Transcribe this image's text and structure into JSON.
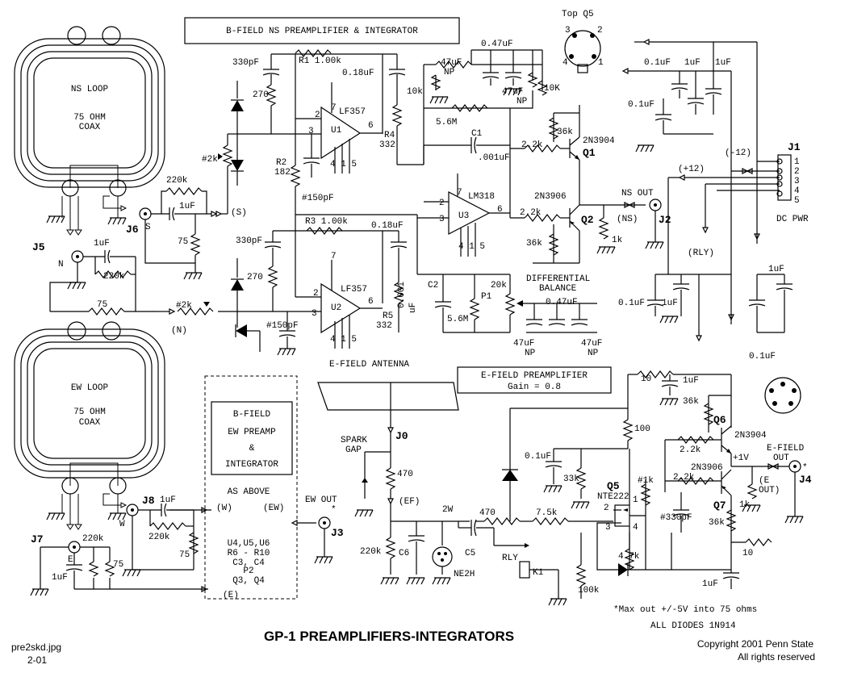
{
  "title": "GP-1 PREAMPLIFIERS-INTEGRATORS",
  "file_name": "pre2skd.jpg",
  "file_date": "2-01",
  "copyright": "Copyright 2001 Penn State",
  "rights": "All rights reserved",
  "boxes": {
    "ns_title": "B-FIELD  NS  PREAMPLIFIER & INTEGRATOR",
    "ef_title": "E-FIELD PREAMPLIFIER",
    "ef_gain": "Gain = 0.8",
    "ew_line1": "B-FIELD",
    "ew_line2": "EW PREAMP",
    "ew_line3": "&",
    "ew_line4": "INTEGRATOR",
    "ew_as_above": "AS ABOVE",
    "ew_parts1": "U4,U5,U6",
    "ew_parts2": "R6 - R10",
    "ew_parts3": "C3, C4",
    "ew_parts4": "P2",
    "ew_parts5": "Q3, Q4"
  },
  "loops": {
    "ns_name": "NS LOOP",
    "ns_spec1": "75 OHM",
    "ns_spec2": "COAX",
    "ew_name": "EW LOOP",
    "ew_spec1": "75 OHM",
    "ew_spec2": "COAX"
  },
  "labels": {
    "c330_top": "330pF",
    "r1": "R1 1.00k",
    "c018_top": "0.18uF",
    "r270_top": "270",
    "u1_part": "LF357",
    "u1": "U1",
    "u1_p7": "7",
    "u1_p2": "2",
    "u1_p3": "3",
    "u1_p6": "6",
    "u1_p415": "4 1 5",
    "r4": "R4",
    "r4_val": "332",
    "r2": "R2",
    "r2_val": "182",
    "c150_top": "#150pF",
    "pot2k_top": "#2k",
    "c220k_j6": "220k",
    "c1u_j6": "1uF",
    "s_net": "(S)",
    "j6": "J6",
    "j6_s": "S",
    "r75_j6": "75",
    "j5": "J5",
    "j5_n": "N",
    "c1u_j5": "1uF",
    "r220k_j5": "220k",
    "r75_j5": "75",
    "pot2k_mid": "#2k",
    "n_net": "(N)",
    "r3": "R3 1.00k",
    "c018_mid": "0.18uF",
    "c330_mid": "330pF",
    "r270_mid": "270",
    "u2_part": "LF357",
    "u2": "U2",
    "u2_p2": "2",
    "u2_p3": "3",
    "u2_p6": "6",
    "u2_p415": "4 1 5",
    "c150_mid": "#150pF",
    "r5": "R5",
    "r5_val": "332",
    "c0001": "0.001",
    "c0001_u": "uF",
    "efield_ant": "E-FIELD ANTENNA",
    "c047_top": "0.47uF",
    "c47np_l": "47uF",
    "np_l": "NP",
    "c47np_r": "47uF",
    "np_r": "NP",
    "r10k_l": "10k",
    "r10k_r": "10K",
    "r56m_top": "5.6M",
    "c1": "C1",
    "c1_val": ".001uF",
    "u3_part": "LM318",
    "u3": "U3",
    "u3_p7": "7",
    "u3_p2": "2",
    "u3_p3": "3",
    "u3_p6": "6",
    "u3_p415": "4 1 5",
    "r22k_q1": "2.2k",
    "r22k_q2": "2.2k",
    "r36k_top": "36k",
    "r36k_q2": "36k",
    "q1_part": "2N3904",
    "q1": "Q1",
    "q2_part": "2N3906",
    "q2": "Q2",
    "r1k_q2": "1k",
    "ns_out": "NS OUT",
    "ns_net": "(NS)",
    "j2": "J2",
    "diff_bal1": "DIFFERENTIAL",
    "diff_bal2": "BALANCE",
    "c2": "C2",
    "r56m_mid": "5.6M",
    "p1_val": "20k",
    "p1": "P1",
    "c047_mid": "0.47uF",
    "c47np_bl": "47uF",
    "np_bl": "NP",
    "c47np_br": "47uF",
    "np_br": "NP",
    "top_q5": "Top Q5",
    "q5_pin1": "1",
    "q5_pin2": "2",
    "q5_pin3": "3",
    "q5_pin4": "4",
    "c01_pwr1": "0.1uF",
    "c1u_pwr1": "1uF",
    "c1u_pwr2": "1uF",
    "c01_pwr2": "0.1uF",
    "neg12": "(-12)",
    "pos12": "(+12)",
    "j1": "J1",
    "j1_p1": "1",
    "j1_p2": "2",
    "j1_p3": "3",
    "j1_p4": "4",
    "j1_p5": "5",
    "dc_pwr": "DC PWR",
    "rly_net": "(RLY)",
    "c1u_pwr3": "1uF",
    "c01_pwr3": "0.1uF",
    "c1u_pwr4": "1uF",
    "c01_pwr4": "0.1uF",
    "r10_top": "10",
    "c1u_ef": "1uF",
    "r36k_q6": "36k",
    "q6": "Q6",
    "q6_part": "2N3904",
    "r100": "100",
    "r22k_ef1": "2.2k",
    "r22k_ef2": "2.2k",
    "q7_part": "2N3906",
    "q7": "Q7",
    "plus1v": "+1V",
    "efield_out1": "E-FIELD",
    "efield_out2": "OUT",
    "efield_star": "*",
    "j4": "J4",
    "e_out_net1": "(E",
    "e_out_net2": "OUT)",
    "r1k_ef": "1k",
    "r36k_q7": "36k",
    "r10_bot": "10",
    "c1u_bot": "1uF",
    "r1k_q5": "#1k",
    "c330_q5": "#330pF",
    "q5": "Q5",
    "q5_part": "NTE222",
    "q5_p1": "1",
    "q5_p2": "2",
    "q5_p3": "3",
    "q5_p4": "4",
    "c01_ef": "0.1uF",
    "r33k": "33k",
    "r47k": "4.7k",
    "r100k": "100k",
    "spark_gap1": "SPARK",
    "spark_gap2": "GAP",
    "j0": "J0",
    "r470_v": "470",
    "ef_net": "(EF)",
    "r220k_ef": "220k",
    "c6": "C6",
    "two_w": "2W",
    "r470_h": "470",
    "c5": "C5",
    "ne2h": "NE2H",
    "rly": "RLY",
    "k1": "K1",
    "r75k": "7.5k",
    "ew_out": "EW OUT",
    "ew_star": "*",
    "ew_net": "(EW)",
    "j3": "J3",
    "j8": "J8",
    "j8_w": "W",
    "c1u_j8": "1uF",
    "r220k_j8": "220k",
    "r75_j8": "75",
    "w_net": "(W)",
    "j7": "J7",
    "j7_e": "E",
    "r220k_j7": "220k",
    "r75_j7": "75",
    "c1u_j7": "1uF",
    "e_net": "(E)",
    "note_max": "*Max out +/-5V into 75 ohms",
    "note_diodes": "ALL DIODES 1N914"
  }
}
